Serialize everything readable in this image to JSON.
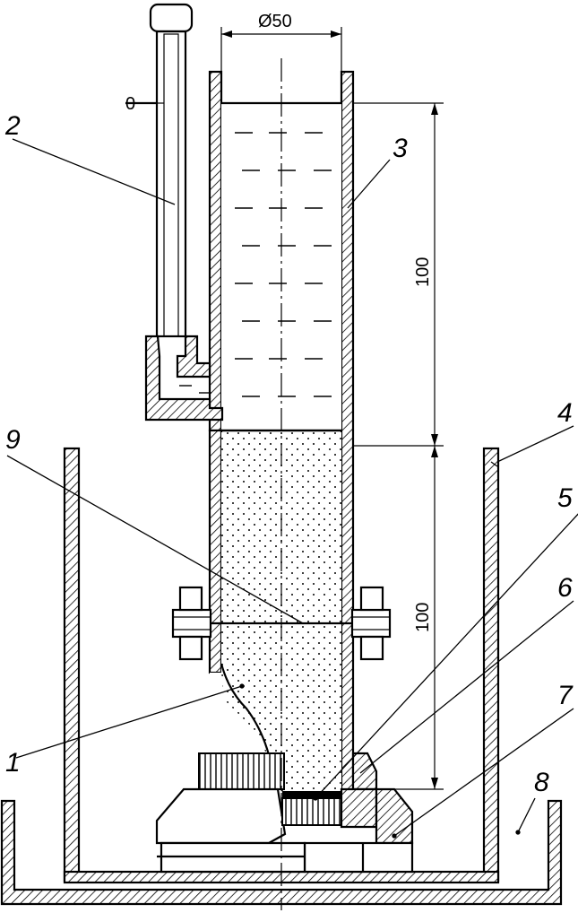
{
  "labels": {
    "p1": "1",
    "p2": "2",
    "p3": "3",
    "p4": "4",
    "p5": "5",
    "p6": "6",
    "p7": "7",
    "p8": "8",
    "p9": "9"
  },
  "dimensions": {
    "diameter": "Ø50",
    "height_upper": "100",
    "height_lower": "100",
    "zero_mark": "0"
  }
}
